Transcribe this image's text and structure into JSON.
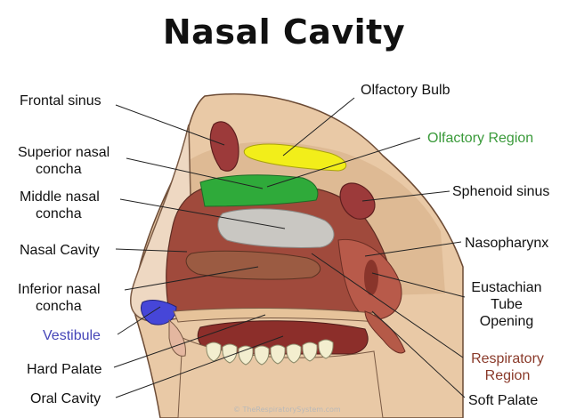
{
  "title": "Nasal Cavity",
  "labels": {
    "olfactory_bulb": "Olfactory Bulb",
    "frontal_sinus": "Frontal sinus",
    "olfactory_region": "Olfactory Region",
    "superior_nasal_concha": [
      "Superior nasal",
      "concha"
    ],
    "sphenoid_sinus": "Sphenoid sinus",
    "middle_nasal_concha": [
      "Middle nasal",
      "concha"
    ],
    "nasal_cavity": "Nasal Cavity",
    "nasopharynx": "Nasopharynx",
    "inferior_nasal_concha": [
      "Inferior nasal",
      "concha"
    ],
    "eustachian_tube_opening": [
      "Eustachian",
      "Tube",
      "Opening"
    ],
    "vestibule": "Vestibule",
    "respiratory_region": [
      "Respiratory",
      "Region"
    ],
    "hard_palate": "Hard Palate",
    "oral_cavity": "Oral Cavity",
    "soft_palate": "Soft Palate"
  },
  "watermark": "© TheRespiratorySystem.com",
  "colors": {
    "olfactory_region": "#3a9a3a",
    "vestibule": "#4646b8",
    "respiratory_region": "#8a3a2a",
    "olfactory_bulb_fill": "#f2ee1a",
    "olfactory_mucosa_fill": "#2faa3a",
    "nasal_cavity_fill": "#a04a3c"
  }
}
